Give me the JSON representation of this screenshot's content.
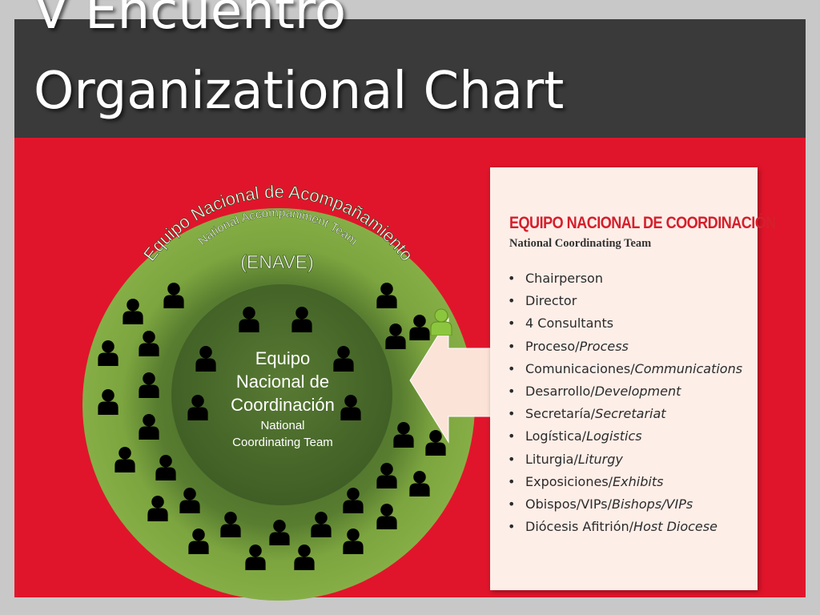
{
  "slide": {
    "title_line_1": "V Encuentro",
    "title_line_2": "Organizational Chart"
  },
  "diagram": {
    "outer_ring": {
      "title_es": "Equipo Nacional de Acompañamiento",
      "title_en": "National Accompaniment Team",
      "acronym": "(ENAVE)"
    },
    "inner_circle": {
      "title_es_line_1": "Equipo",
      "title_es_line_2": "Nacional de",
      "title_es_line_3": "Coordinación",
      "title_en_line_1": "National",
      "title_en_line_2": "Coordinating Team"
    },
    "icon": "person-icon",
    "colors": {
      "background": "#e0152b",
      "outer_ring": "#7aa33e",
      "inner_circle": "#4c6b2d",
      "highlight_person": "#8cc63f",
      "arrow": "#fbe3d8"
    }
  },
  "panel": {
    "heading": "EQUIPO NACIONAL DE COORDINACIÓN",
    "subheading": "National Coordinating Team",
    "items": [
      {
        "es": "Chairperson",
        "en": ""
      },
      {
        "es": "Director",
        "en": ""
      },
      {
        "es": "4 Consultants",
        "en": ""
      },
      {
        "es": "Proceso/",
        "en": "Process"
      },
      {
        "es": "Comunicaciones/",
        "en": "Communications"
      },
      {
        "es": "Desarrollo/",
        "en": "Development"
      },
      {
        "es": "Secretaría/",
        "en": "Secretariat"
      },
      {
        "es": "Logística/",
        "en": "Logistics"
      },
      {
        "es": "Liturgia/",
        "en": "Liturgy"
      },
      {
        "es": "Exposiciones/",
        "en": "Exhibits"
      },
      {
        "es": "Obispos/VIPs/",
        "en": "Bishops/VIPs"
      },
      {
        "es": "Diócesis Afitrión/",
        "en": "Host Diocese"
      }
    ]
  }
}
